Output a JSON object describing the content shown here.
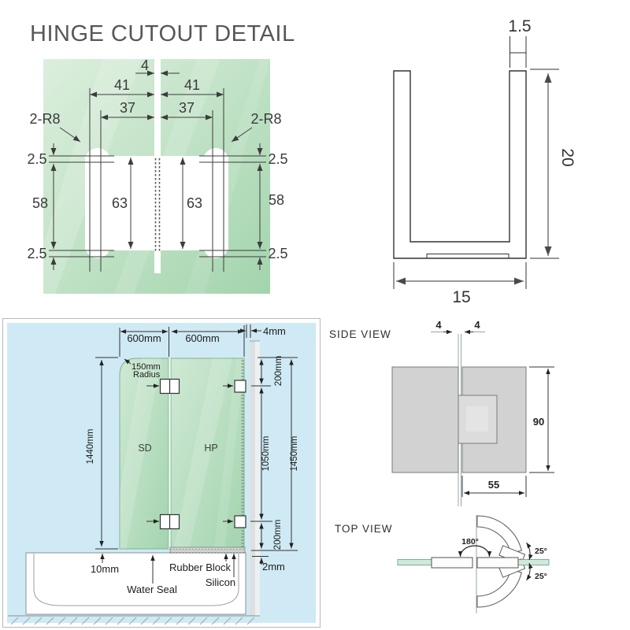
{
  "title": "HINGE CUTOUT DETAIL",
  "cutout": {
    "slot_width": "4",
    "outer_width": "41",
    "inner_width": "37",
    "corner_radius": "2-R8",
    "edge_offset": "2.5",
    "outer_height": "58",
    "inner_height": "63"
  },
  "channel": {
    "wall_thickness": "1.5",
    "height": "20",
    "width": "15"
  },
  "install": {
    "door_width": "600mm",
    "fixed_width": "600mm",
    "wall_gap": "4mm",
    "corner_radius_line1": "150mm",
    "corner_radius_line2": "Radius",
    "door_height": "1440mm",
    "door_label": "SD",
    "fixed_label": "HP",
    "hinge_top": "200mm",
    "hinge_span": "1050mm",
    "total_height": "1450mm",
    "hinge_bottom": "200mm",
    "floor_gap": "10mm",
    "water_seal": "Water Seal",
    "rubber_block": "Rubber Block",
    "silicon": "Silicon",
    "bottom_gap": "2mm"
  },
  "side_view": {
    "label": "SIDE VIEW",
    "glass_gap_left": "4",
    "glass_gap_right": "4",
    "height": "90",
    "depth": "55"
  },
  "top_view": {
    "label": "TOP VIEW",
    "swing_angle": "180°",
    "upper_angle": "25°",
    "lower_angle": "25°"
  },
  "colors": {
    "glass_light": "#dcefdd",
    "glass_dark": "#a3d4ad",
    "background_blue": "#cfeaf4",
    "hinge_plate": "#d2d2d2",
    "dimension_line": "#3c3c3c",
    "glass_border": "#7cb28c"
  }
}
